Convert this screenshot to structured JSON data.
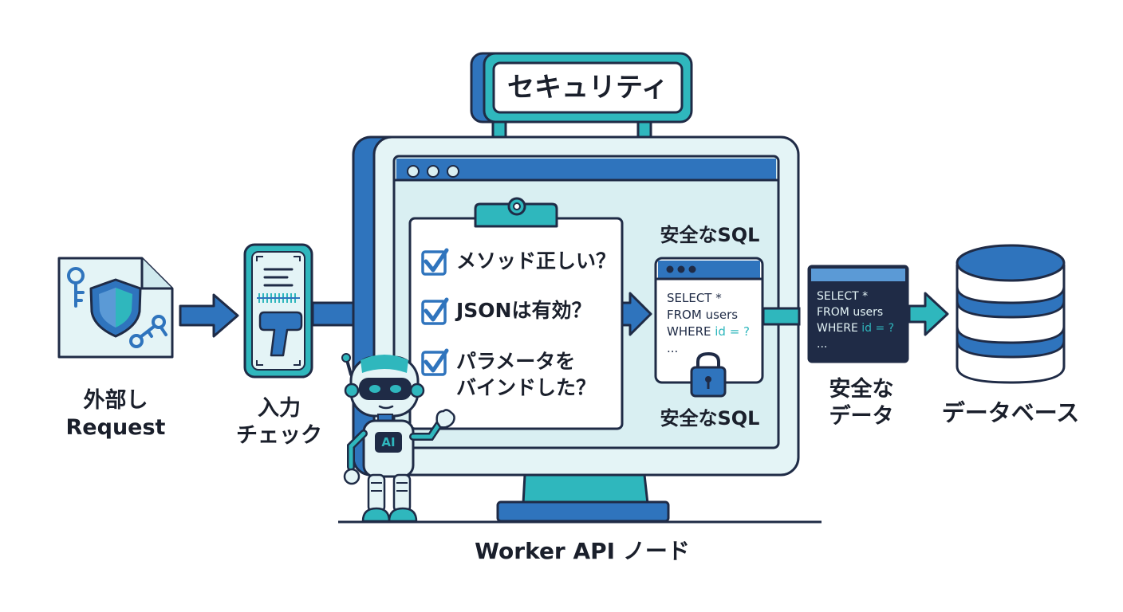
{
  "header": {
    "title": "セキュリティ"
  },
  "steps": {
    "request": {
      "line1": "外部し",
      "line2": "Request"
    },
    "input_check": {
      "line1": "入力",
      "line2": "チェック"
    },
    "safe_data": {
      "line1": "安全な",
      "line2": "データ"
    },
    "database": {
      "label": "データベース"
    }
  },
  "checklist": {
    "items": [
      {
        "text": "メソッド正しい？"
      },
      {
        "text": "JSONは有効？"
      },
      {
        "text_line1": "パラメータを",
        "text_line2": "バインドした？"
      }
    ]
  },
  "sql_window": {
    "title_top": "安全なSQL",
    "title_bottom": "安全なSQL",
    "line1": "SELECT *",
    "line2": "FROM users",
    "line3_prefix": "WHERE ",
    "line3_highlight": "id = ?",
    "line4": "..."
  },
  "sql_card": {
    "line1": "SELECT *",
    "line2": "FROM users",
    "line3_prefix": "WHERE ",
    "line3_highlight": "id = ?",
    "line4": "..."
  },
  "robot": {
    "badge": "AI"
  },
  "footer": {
    "label": "Worker API ノード"
  },
  "colors": {
    "navy": "#1f2b46",
    "blue": "#2f74bd",
    "teal": "#2fb7bd",
    "light": "#e4f4f6"
  }
}
